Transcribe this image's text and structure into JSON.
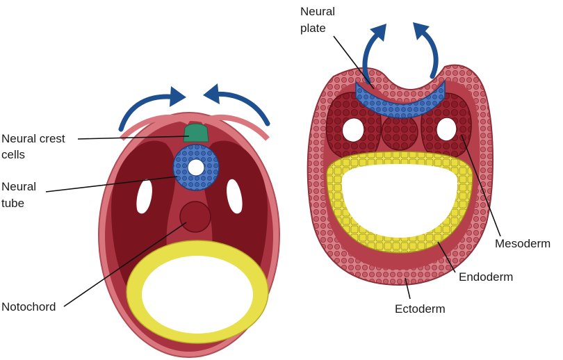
{
  "labels": {
    "neural_crest_line1": "Neural crest",
    "neural_crest_line2": "cells",
    "neural_tube_line1": "Neural",
    "neural_tube_line2": "tube",
    "notochord": "Notochord",
    "neural_plate_line1": "Neural",
    "neural_plate_line2": "plate",
    "mesoderm": "Mesoderm",
    "endoderm": "Endoderm",
    "ectoderm": "Ectoderm"
  },
  "colors": {
    "ectoderm": "#cf6a72",
    "mesoderm": "#7e1822",
    "mesoderm_light": "#a52a36",
    "endoderm": "#e8e04a",
    "neural": "#3d69b2",
    "neural_crest": "#2f8f6e",
    "arrow": "#1e4f8f",
    "lumen": "#ffffff"
  }
}
